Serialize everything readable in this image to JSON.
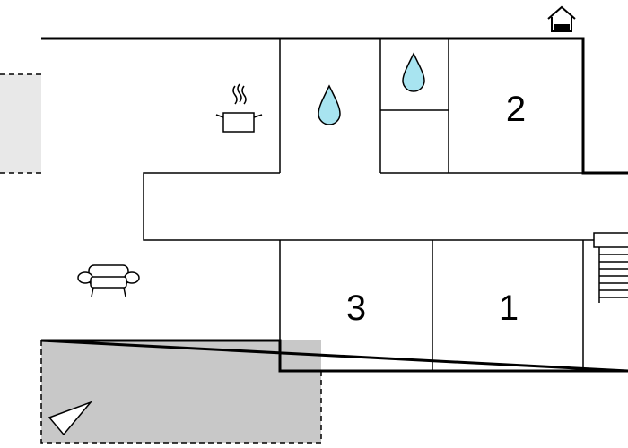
{
  "rooms": {
    "room_1": {
      "label": "1"
    },
    "room_2": {
      "label": "2"
    },
    "room_3": {
      "label": "3"
    }
  },
  "icons": {
    "kitchen": "cooking-pot-icon",
    "bathroom_a": "water-drop-icon",
    "bathroom_b": "water-drop-icon",
    "living": "sofa-icon",
    "entrance": "house-entrance-icon",
    "stairs": "stairs-icon",
    "north": "compass-arrow-icon"
  },
  "colors": {
    "wall": "#000000",
    "water": "#a8e4f0",
    "terrace": "#c8c8c8",
    "adjacent_area": "#e8e8e8",
    "floor": "#ffffff"
  }
}
